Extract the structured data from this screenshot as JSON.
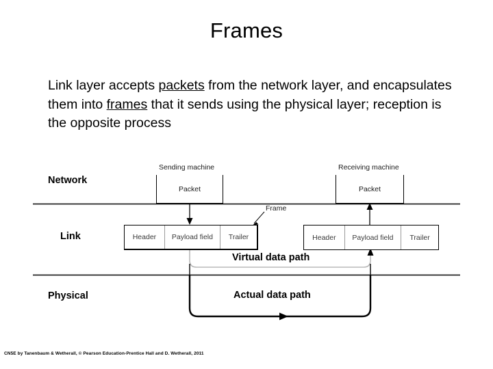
{
  "slide": {
    "title": "Frames",
    "body": {
      "segments": [
        {
          "text": "Link layer accepts ",
          "underline": false
        },
        {
          "text": "packets",
          "underline": true
        },
        {
          "text": " from the network layer, and encapsulates them into ",
          "underline": false
        },
        {
          "text": "frames",
          "underline": true
        },
        {
          "text": " that it sends using the physical layer; reception is the opposite process",
          "underline": false
        }
      ],
      "plain": "Link layer accepts packets from the network layer, and encapsulates them into frames that it sends using the physical layer; reception is the opposite process"
    }
  },
  "diagram": {
    "layers": [
      {
        "id": "network",
        "label": "Network"
      },
      {
        "id": "link",
        "label": "Link"
      },
      {
        "id": "physical",
        "label": "Physical"
      }
    ],
    "machines": [
      {
        "id": "sending",
        "caption": "Sending machine",
        "packet_label": "Packet"
      },
      {
        "id": "receiving",
        "caption": "Receiving machine",
        "packet_label": "Packet"
      }
    ],
    "frames": [
      {
        "id": "frame-left",
        "cells": [
          {
            "label": "Header"
          },
          {
            "label": "Payload field"
          },
          {
            "label": "Trailer"
          }
        ]
      },
      {
        "id": "frame-right",
        "cells": [
          {
            "label": "Header"
          },
          {
            "label": "Payload field"
          },
          {
            "label": "Trailer"
          }
        ]
      }
    ],
    "annotations": {
      "frame_label": "Frame",
      "virtual_path_label": "Virtual data path",
      "actual_path_label": "Actual data path"
    },
    "colors": {
      "line": "#000000",
      "virtual_path": "#b8b8b8",
      "cell_divider": "#9a9a9a",
      "cell_text": "#3a3a3a"
    }
  },
  "footer": {
    "credit": "CN5E by Tanenbaum & Wetherall, © Pearson Education-Prentice Hall and D. Wetherall, 2011"
  }
}
